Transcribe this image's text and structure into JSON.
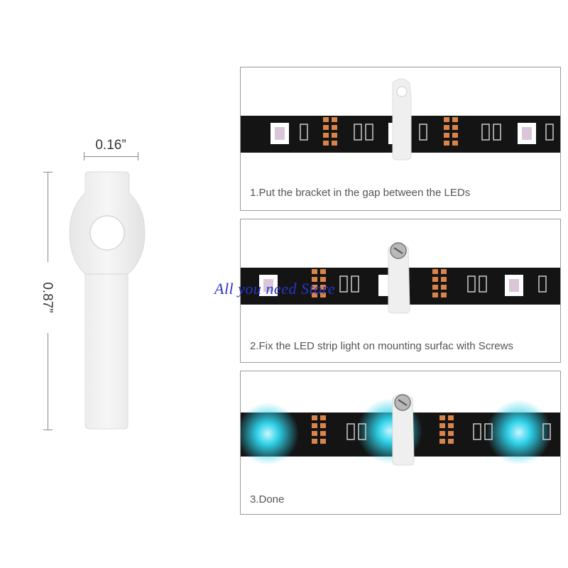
{
  "dimensions": {
    "width_label": "0.16”",
    "height_label": "0.87”"
  },
  "steps": [
    {
      "caption": "1.Put the bracket in the gap between the LEDs"
    },
    {
      "caption": "2.Fix the LED strip light on mounting surfac with Screws"
    },
    {
      "caption": "3.Done"
    }
  ],
  "watermark": "All you need Store",
  "colors": {
    "strip": "#141414",
    "pad": "#d9844a",
    "bracket": "#efefef",
    "led_glow": "#2fd0e8",
    "border": "#9a9a9a"
  }
}
